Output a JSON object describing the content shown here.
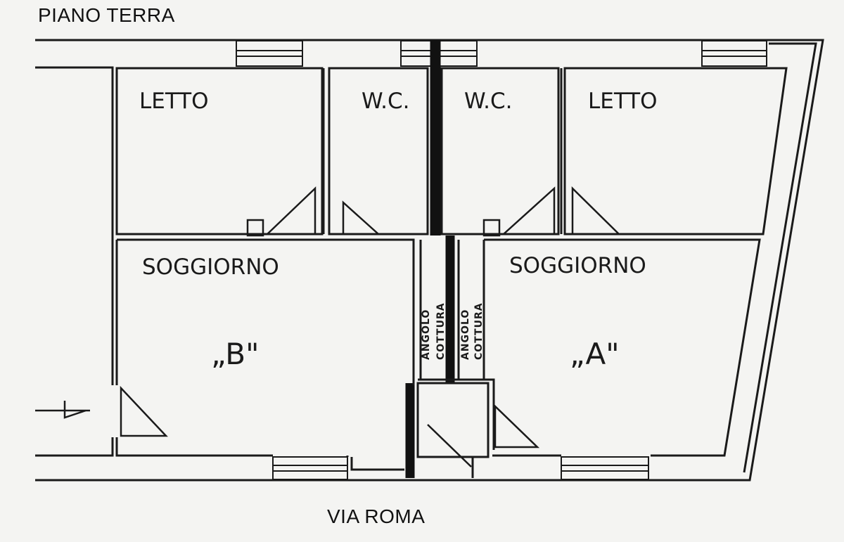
{
  "header": {
    "floor": "PIANO TERRA"
  },
  "footer": {
    "street": "VIA ROMA"
  },
  "rooms": {
    "letto_left": "LETTO",
    "wc_left": "W.C.",
    "wc_right": "W.C.",
    "letto_right": "LETTO",
    "soggiorno_b": "SOGGIORNO",
    "soggiorno_a": "SOGGIORNO",
    "cottura_1_line1": "ANGOLO",
    "cottura_1_line2": "COTTURA",
    "cottura_2_line1": "ANGOLO",
    "cottura_2_line2": "COTTURA"
  },
  "units": {
    "b": "„B\"",
    "a": "„A\""
  }
}
